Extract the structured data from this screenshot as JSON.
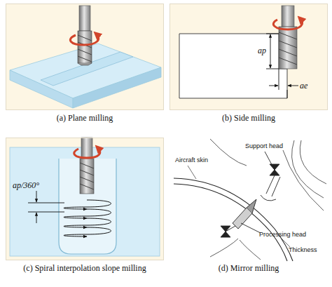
{
  "diagram": {
    "nodes": [
      {
        "text": [
          "(a) Plane milling"
        ]
      },
      {
        "text": [
          "(b) Side milling"
        ]
      },
      {
        "text": [
          "(c) Spiral interpolation slope milling"
        ]
      },
      {
        "text": [
          "(d) Mirror milling"
        ]
      }
    ],
    "labels": [
      "ap",
      "ae",
      "ap/360°",
      "Aircraft skin",
      "Support head",
      "Processing head",
      "Thickness"
    ]
  }
}
